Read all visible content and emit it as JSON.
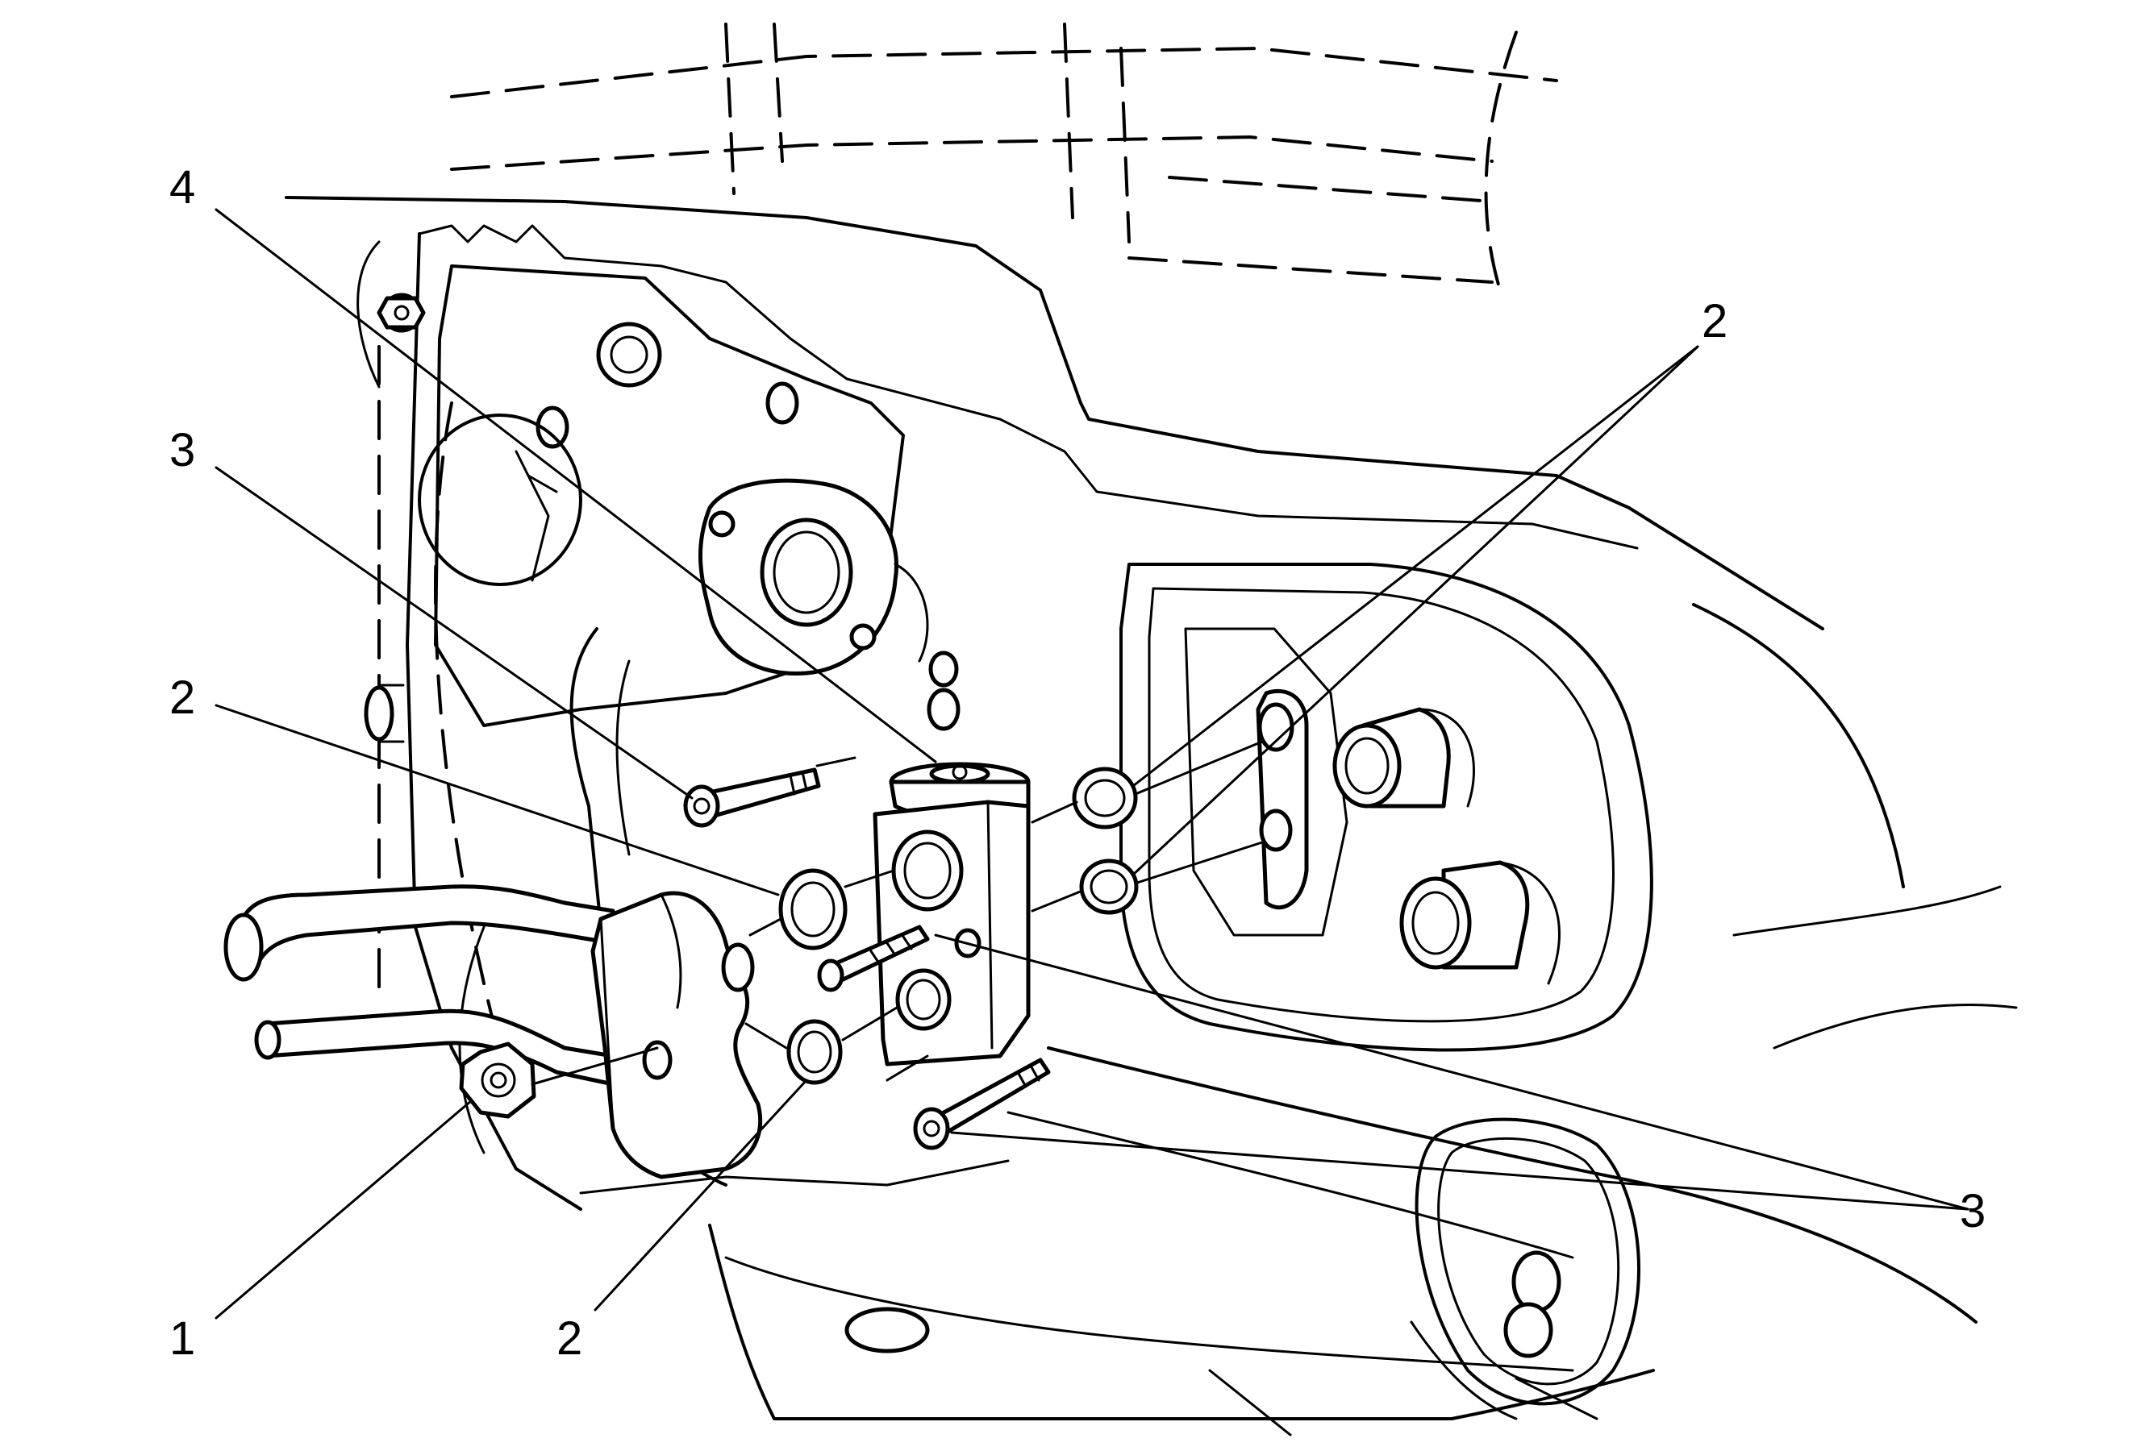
{
  "colors": {
    "ink": "#000000",
    "paper": "#ffffff"
  },
  "callouts": [
    {
      "id": "callout-1",
      "label": "1"
    },
    {
      "id": "callout-2-top-right",
      "label": "2"
    },
    {
      "id": "callout-2-left",
      "label": "2"
    },
    {
      "id": "callout-2-bottom",
      "label": "2"
    },
    {
      "id": "callout-3-left",
      "label": "3"
    },
    {
      "id": "callout-3-right",
      "label": "3"
    },
    {
      "id": "callout-4",
      "label": "4"
    }
  ]
}
